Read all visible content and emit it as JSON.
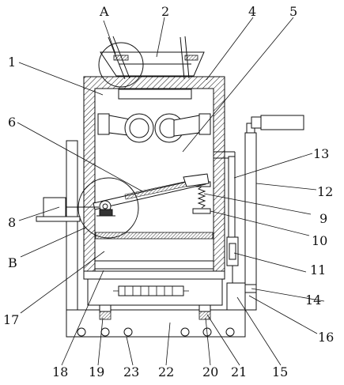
{
  "labels": {
    "A": "A",
    "B": "B",
    "n1": "1",
    "n2": "2",
    "n4": "4",
    "n5": "5",
    "n6": "6",
    "n8": "8",
    "n9": "9",
    "n10": "10",
    "n11": "11",
    "n12": "12",
    "n13": "13",
    "n14": "14",
    "n15": "15",
    "n16": "16",
    "n17": "17",
    "n18": "18",
    "n19": "19",
    "n20": "20",
    "n21": "21",
    "n22": "22",
    "n23": "23"
  }
}
